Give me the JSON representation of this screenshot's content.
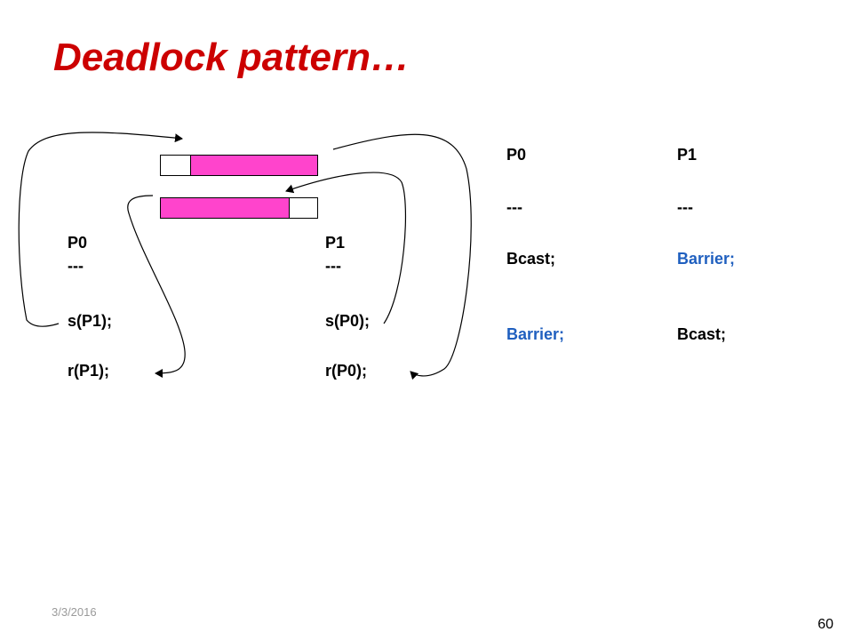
{
  "slide": {
    "title": "Deadlock pattern…",
    "date": "3/3/2016",
    "page_number": "60"
  },
  "example1": {
    "p0": {
      "name": "P0",
      "sep": "---",
      "send": "s(P1);",
      "recv": "r(P1);"
    },
    "p1": {
      "name": "P1",
      "sep": "---",
      "send": "s(P0);",
      "recv": "r(P0);"
    }
  },
  "example2": {
    "p0": {
      "name": "P0",
      "sep": "---",
      "first": "Bcast;",
      "second": "Barrier;"
    },
    "p1": {
      "name": "P1",
      "sep": "---",
      "first": "Barrier;",
      "second": "Bcast;"
    }
  },
  "colors": {
    "title": "#cc0000",
    "barrier_text": "#1f5fbf",
    "buffer_fill": "#ff44cc"
  }
}
